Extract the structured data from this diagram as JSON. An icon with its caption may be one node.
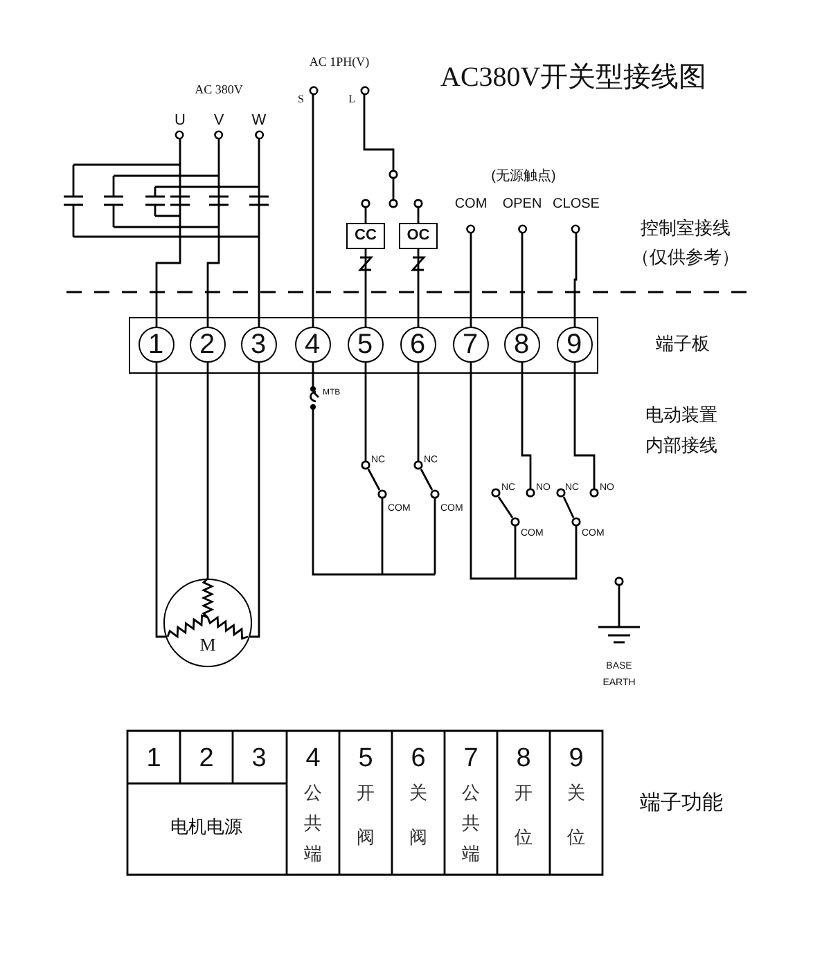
{
  "diagram": {
    "title": "AC380V开关型接线图",
    "nodes": [
      {
        "text": [
          "U"
        ]
      },
      {
        "text": [
          "V"
        ]
      },
      {
        "text": [
          "W"
        ]
      },
      {
        "text": [
          "S"
        ]
      },
      {
        "text": [
          "L"
        ]
      },
      {
        "text": [
          "COM"
        ]
      },
      {
        "text": [
          "OPEN"
        ]
      },
      {
        "text": [
          "CLOSE"
        ]
      },
      {
        "text": [
          "CC"
        ]
      },
      {
        "text": [
          "OC"
        ]
      },
      {
        "text": [],
        "shape": "box"
      },
      {
        "text": [
          "1"
        ],
        "in": 10
      },
      {
        "text": [
          "2"
        ],
        "in": 10
      },
      {
        "text": [
          "3"
        ],
        "in": 10
      },
      {
        "text": [
          "4"
        ],
        "in": 10
      },
      {
        "text": [
          "5"
        ],
        "in": 10
      },
      {
        "text": [
          "6"
        ],
        "in": 10
      },
      {
        "text": [
          "7"
        ],
        "in": 10
      },
      {
        "text": [
          "8"
        ],
        "in": 10
      },
      {
        "text": [
          "9"
        ],
        "in": 10
      },
      {
        "text": [
          "M"
        ]
      }
    ],
    "edges": [
      {
        "from": 0,
        "to": 11,
        "arrow": "none"
      },
      {
        "from": 1,
        "to": 12,
        "arrow": "none"
      },
      {
        "from": 2,
        "to": 13,
        "arrow": "none"
      },
      {
        "from": 3,
        "to": 14,
        "arrow": "none"
      },
      {
        "from": 8,
        "to": 15,
        "arrow": "none"
      },
      {
        "from": 9,
        "to": 16,
        "arrow": "none"
      },
      {
        "from": 5,
        "to": 17,
        "arrow": "none"
      },
      {
        "from": 6,
        "to": 18,
        "arrow": "none"
      },
      {
        "from": 7,
        "to": 19,
        "arrow": "none"
      },
      {
        "from": 11,
        "to": 20,
        "arrow": "none"
      },
      {
        "from": 12,
        "to": 20,
        "arrow": "none"
      },
      {
        "from": 13,
        "to": 20,
        "arrow": "none"
      }
    ],
    "labels": [
      "AC 1PH(V)",
      "AC 380V",
      "(无源触点)",
      "控制室接线（仅供参考）",
      "端子板",
      "MTB",
      "电动装置内部接线",
      "NC",
      "COM",
      "NC",
      "COM",
      "NC",
      "NO",
      "COM",
      "NC",
      "NO",
      "COM",
      "BASE EARTH",
      "1",
      "2",
      "3",
      "4",
      "5",
      "6",
      "7",
      "8",
      "9",
      "电机电源",
      "公共端",
      "开阀",
      "关阀",
      "公共端",
      "开位",
      "关位",
      "端子功能"
    ]
  }
}
